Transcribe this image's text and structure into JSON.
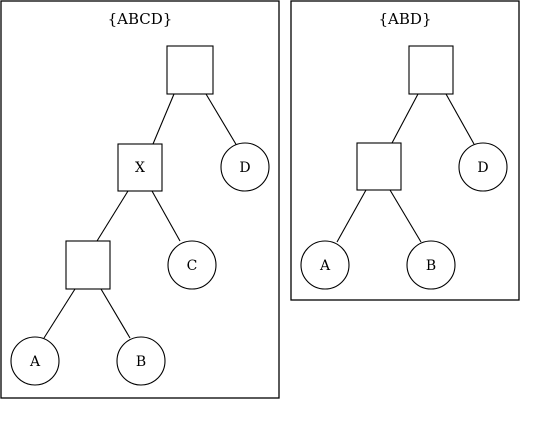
{
  "panels": [
    {
      "title": "{ABCD}",
      "nodes": [
        {
          "id": "root",
          "shape": "square",
          "label": ""
        },
        {
          "id": "x",
          "shape": "square",
          "label": "X"
        },
        {
          "id": "d",
          "shape": "circle",
          "label": "D"
        },
        {
          "id": "inner",
          "shape": "square",
          "label": ""
        },
        {
          "id": "c",
          "shape": "circle",
          "label": "C"
        },
        {
          "id": "a",
          "shape": "circle",
          "label": "A"
        },
        {
          "id": "b",
          "shape": "circle",
          "label": "B"
        }
      ],
      "edges": [
        [
          "root",
          "x"
        ],
        [
          "root",
          "d"
        ],
        [
          "x",
          "inner"
        ],
        [
          "x",
          "c"
        ],
        [
          "inner",
          "a"
        ],
        [
          "inner",
          "b"
        ]
      ]
    },
    {
      "title": "{ABD}",
      "nodes": [
        {
          "id": "root",
          "shape": "square",
          "label": ""
        },
        {
          "id": "inner",
          "shape": "square",
          "label": ""
        },
        {
          "id": "d",
          "shape": "circle",
          "label": "D"
        },
        {
          "id": "a",
          "shape": "circle",
          "label": "A"
        },
        {
          "id": "b",
          "shape": "circle",
          "label": "B"
        }
      ],
      "edges": [
        [
          "root",
          "inner"
        ],
        [
          "root",
          "d"
        ],
        [
          "inner",
          "a"
        ],
        [
          "inner",
          "b"
        ]
      ]
    }
  ]
}
